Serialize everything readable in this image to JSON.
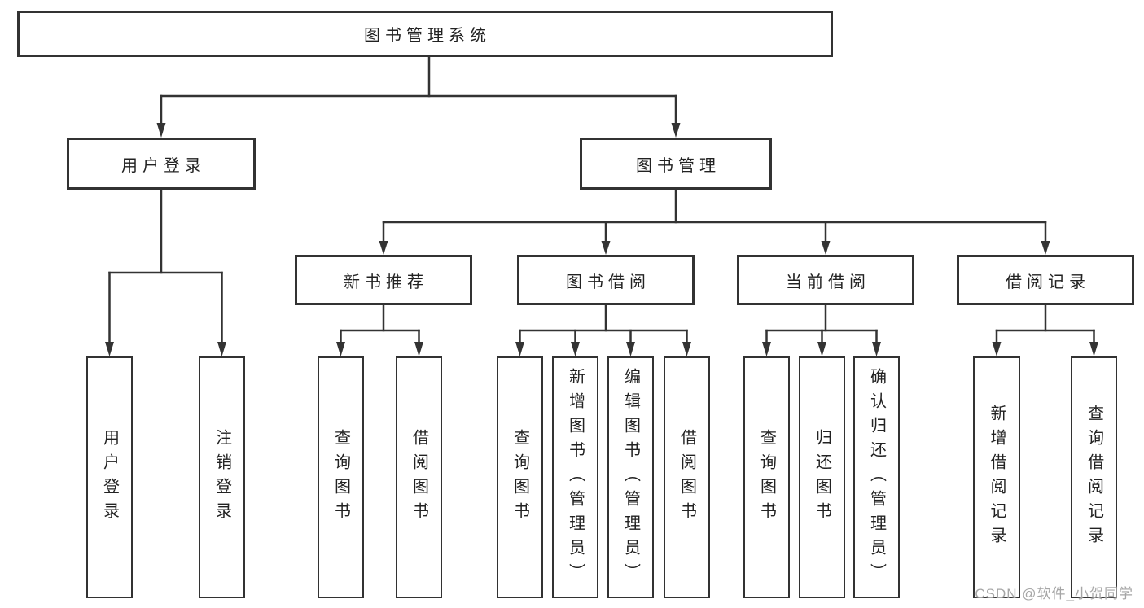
{
  "diagram": {
    "root": "图书管理系统",
    "level2": {
      "user_login": "用户登录",
      "book_management": "图书管理"
    },
    "level3": {
      "new_book_recommend": "新书推荐",
      "book_borrow": "图书借阅",
      "current_borrow": "当前借阅",
      "borrow_records": "借阅记录"
    },
    "leaves": {
      "user_login": "用户登录",
      "logout": "注销登录",
      "nb_query_books": "查询图书",
      "nb_borrow_books": "借阅图书",
      "bb_query_books": "查询图书",
      "bb_add_books_admin": "新增图书（管理员）",
      "bb_edit_books_admin": "编辑图书（管理员）",
      "bb_borrow_books": "借阅图书",
      "cb_query_books": "查询图书",
      "cb_return_books": "归还图书",
      "cb_confirm_return_admin": "确认归还（管理员）",
      "rec_add_record": "新增借阅记录",
      "rec_query_record": "查询借阅记录"
    }
  },
  "watermark": "CSDN @软件_小贺同学",
  "colors": {
    "line": "#333333",
    "box_border": "#323232",
    "text": "#222222",
    "watermark": "#a6a6a6",
    "background": "#ffffff"
  }
}
